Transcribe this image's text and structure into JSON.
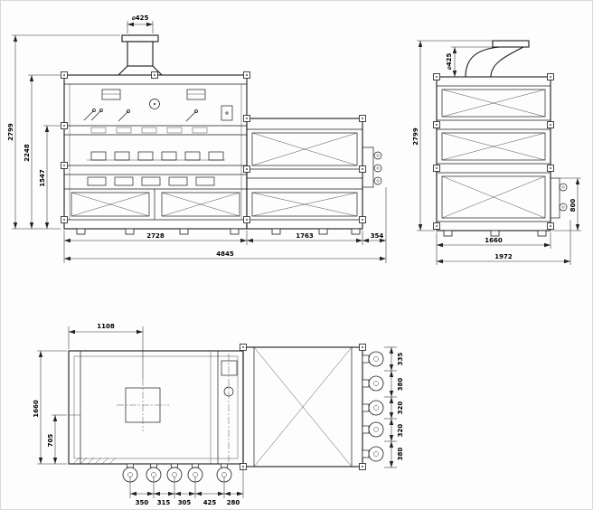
{
  "front": {
    "duct_dia": "⌀425",
    "h_total": "2799",
    "h_frame": "2248",
    "h_conveyor": "1547",
    "w_main": "2728",
    "w_ext": "1763",
    "w_end": "354",
    "w_total": "4845"
  },
  "side": {
    "duct_dia": "⌀425",
    "h_total": "2799",
    "h_bracket": "800",
    "w_body": "1660",
    "w_total": "1972"
  },
  "plan": {
    "duct_offset": "1108",
    "d_total": "1660",
    "d_inner": "705",
    "right": [
      "335",
      "380",
      "320",
      "320",
      "380"
    ],
    "bottom": [
      "350",
      "315",
      "305",
      "425",
      "280"
    ]
  }
}
